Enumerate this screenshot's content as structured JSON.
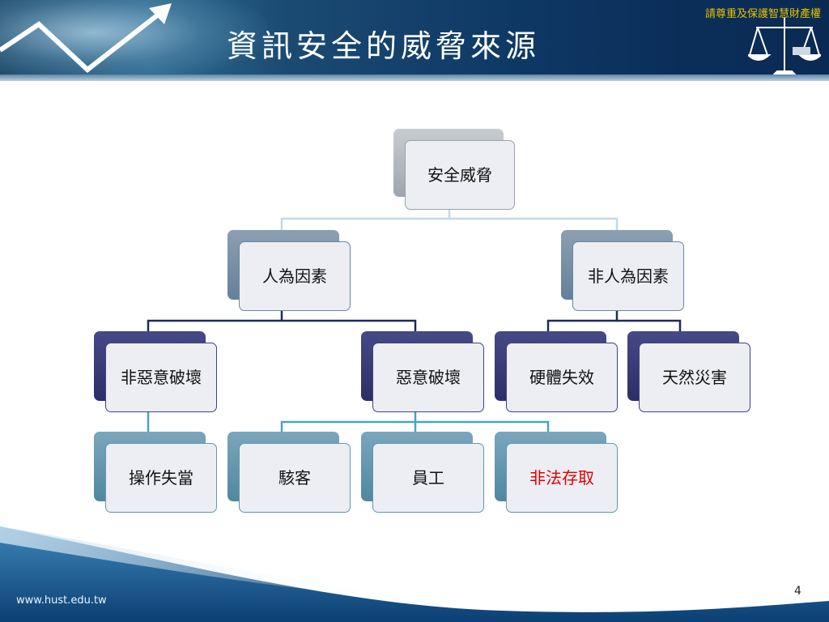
{
  "header": {
    "title": "資訊安全的威脅來源",
    "slogan": "請尊重及保護智慧財產權"
  },
  "footer": {
    "url": "www.hust.edu.tw",
    "page_number": "4"
  },
  "diagram": {
    "root": "安全威脅",
    "level1": {
      "human": "人為因素",
      "non_human": "非人為因素"
    },
    "level2": {
      "non_malicious": "非惡意破壞",
      "malicious": "惡意破壞",
      "hardware_failure": "硬體失效",
      "natural_disaster": "天然災害"
    },
    "level3": {
      "operation_error": "操作失當",
      "hacker": "駭客",
      "employee": "員工",
      "illegal_access": "非法存取"
    },
    "highlight_color": "#e00000"
  }
}
